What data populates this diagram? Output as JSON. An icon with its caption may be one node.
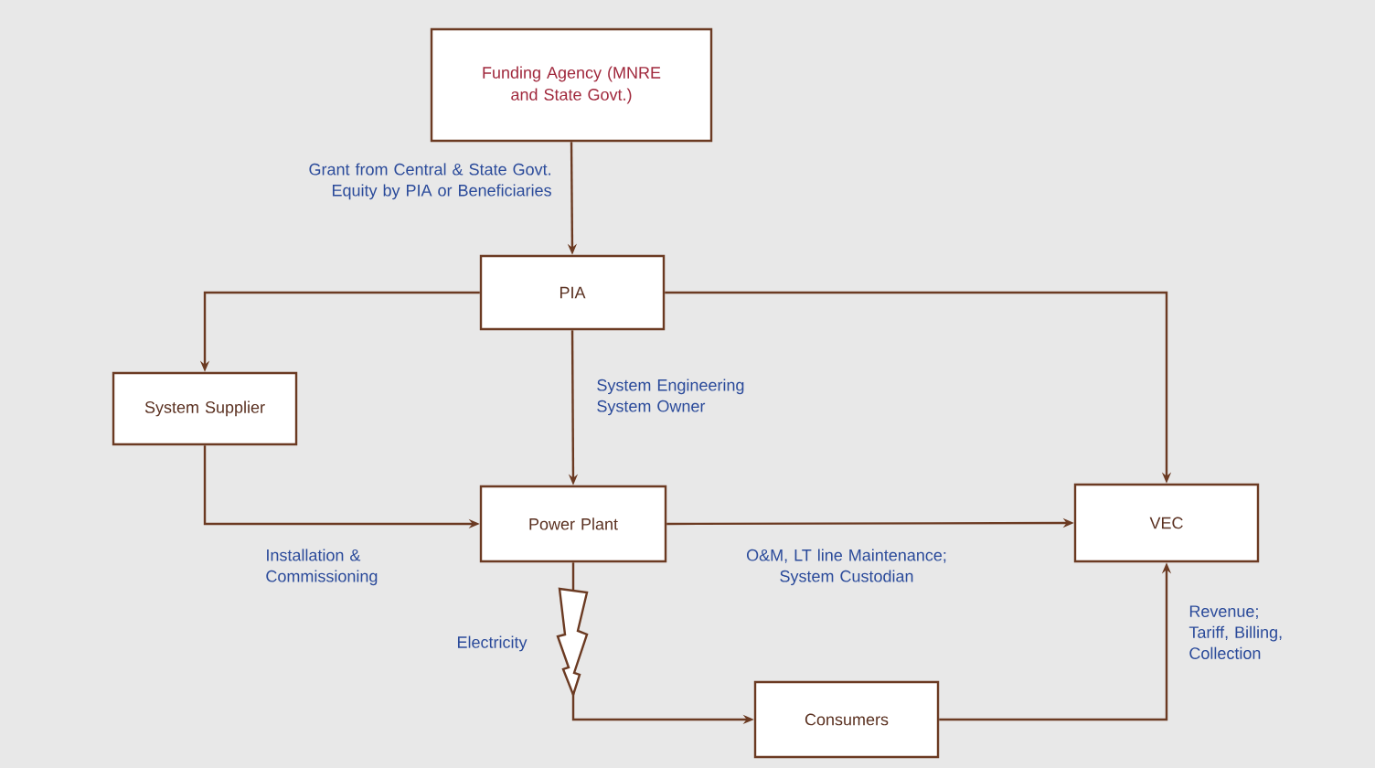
{
  "diagram": {
    "nodes": [
      {
        "text": [
          "Funding Agency (MNRE and State Govt.)"
        ]
      },
      {
        "text": [
          "PIA"
        ]
      },
      {
        "text": [
          "System Supplier"
        ]
      },
      {
        "text": [
          "Power Plant"
        ]
      },
      {
        "text": [
          "VEC"
        ]
      },
      {
        "text": [
          "Consumers"
        ]
      }
    ],
    "edges": [
      {
        "from": 0,
        "to": 1,
        "arrow": "to",
        "label": "Grant from Central & State Govt. Equity by PIA or Beneficiaries"
      },
      {
        "from": 1,
        "to": 2,
        "arrow": "to"
      },
      {
        "from": 1,
        "to": 3,
        "arrow": "to",
        "label": "System Engineering System Owner"
      },
      {
        "from": 1,
        "to": 4,
        "arrow": "to"
      },
      {
        "from": 2,
        "to": 3,
        "arrow": "to",
        "label": "Installation & Commissioning"
      },
      {
        "from": 3,
        "to": 4,
        "arrow": "to",
        "label": "O&M, LT line Maintenance; System Custodian"
      },
      {
        "from": 3,
        "to": 5,
        "arrow": "to",
        "label": "Electricity"
      },
      {
        "from": 5,
        "to": 4,
        "arrow": "to",
        "label": "Revenue; Tariff, Billing, Collection"
      }
    ]
  }
}
